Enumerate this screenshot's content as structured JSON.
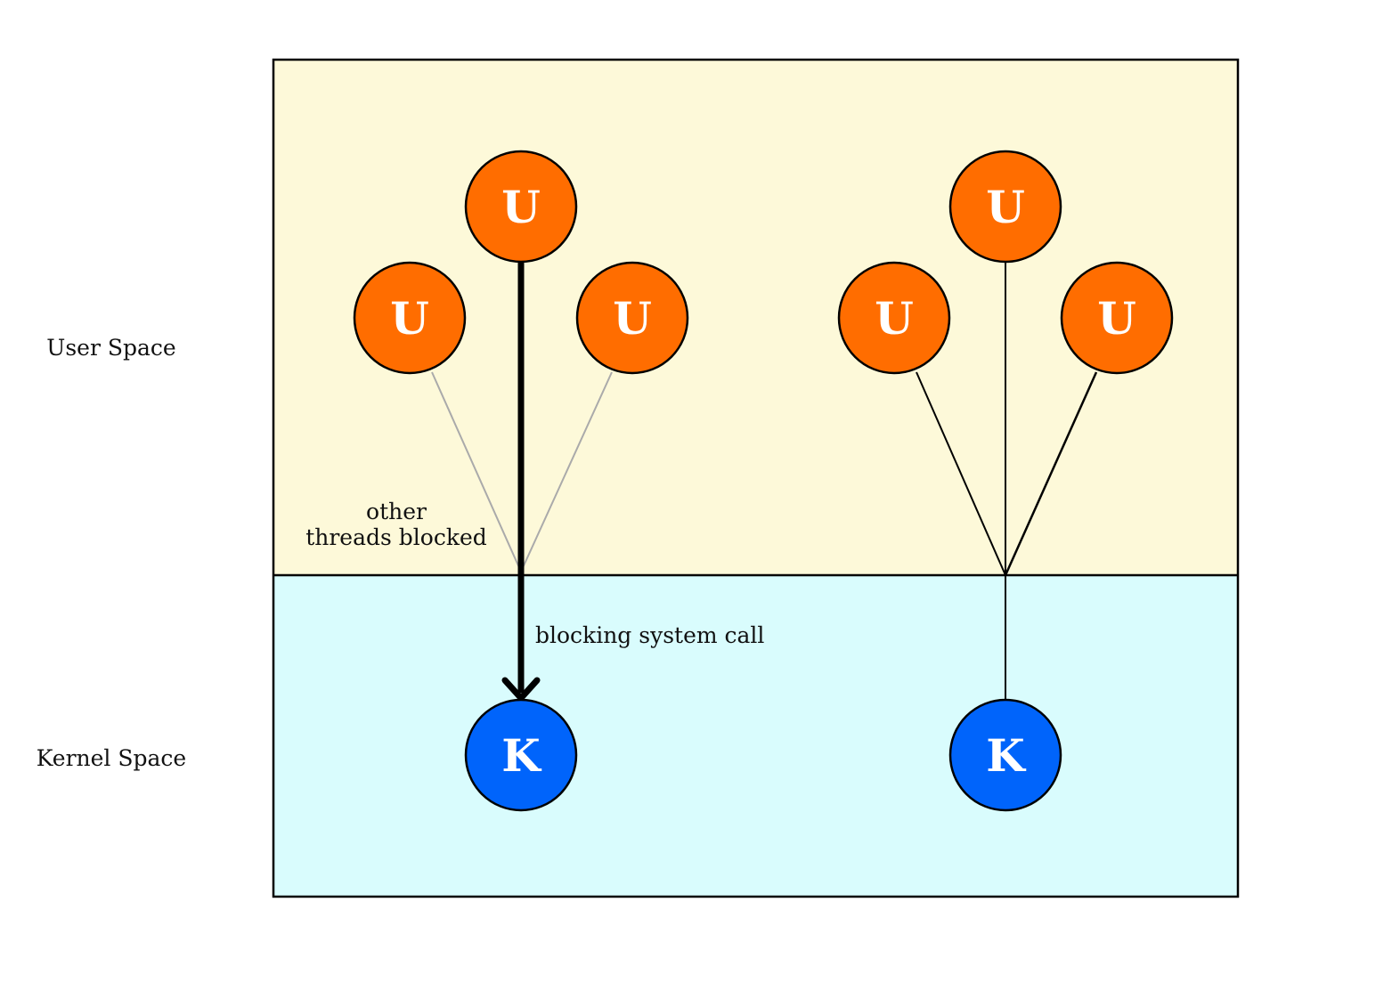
{
  "regions": {
    "user_space": {
      "label": "User Space",
      "color": "#fdf9d9"
    },
    "kernel_space": {
      "label": "Kernel Space",
      "color": "#d9fcfd"
    }
  },
  "colors": {
    "user_thread": "#ff6d00",
    "kernel_thread": "#0064fb",
    "blocked_line": "#aaaaaa",
    "active_line": "#000000"
  },
  "models": [
    {
      "name": "many-to-one-blocked",
      "user_threads": [
        "U",
        "U",
        "U"
      ],
      "kernel_thread": "K",
      "annotations": {
        "blocked_note_line1": "other",
        "blocked_note_line2": "threads blocked",
        "syscall": "blocking system call"
      }
    },
    {
      "name": "many-to-one",
      "user_threads": [
        "U",
        "U",
        "U"
      ],
      "kernel_thread": "K"
    }
  ]
}
